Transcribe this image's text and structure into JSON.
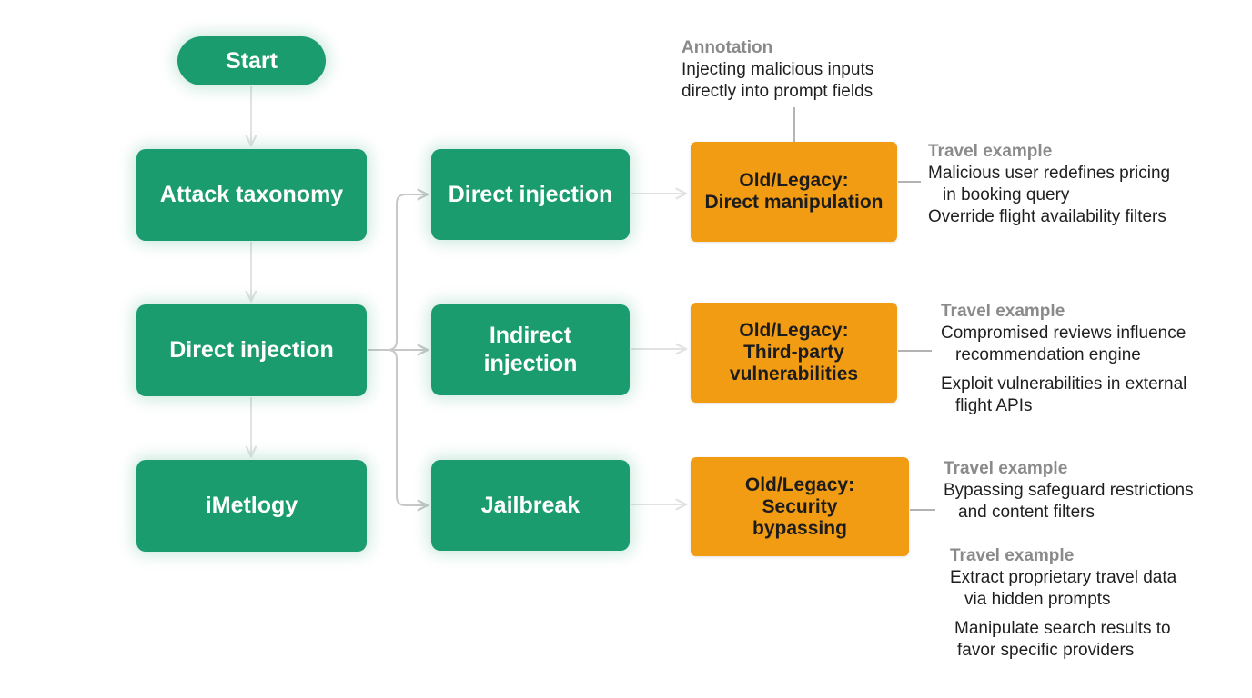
{
  "start": {
    "label": "Start"
  },
  "left_column": [
    {
      "label": "Attack taxonomy"
    },
    {
      "label": "Direct injection"
    },
    {
      "label": "iMetlogy"
    }
  ],
  "mid_column": [
    {
      "label": "Direct injection"
    },
    {
      "label": "Indirect\ninjection"
    },
    {
      "label": "Jailbreak"
    }
  ],
  "legacy_column": [
    {
      "label": "Old/Legacy:\nDirect manipulation"
    },
    {
      "label": "Old/Legacy:\nThird-party\nvulnerabilities"
    },
    {
      "label": "Old/Legacy:\nSecurity\nbypassing"
    }
  ],
  "annotation": {
    "heading": "Annotation",
    "lines": [
      "Injecting malicious inputs",
      "directly into prompt fields"
    ]
  },
  "travel_examples": [
    {
      "heading": "Travel example",
      "items": [
        [
          "Malicious user redefines pricing",
          "in booking query"
        ],
        [
          "Override flight availability filters"
        ]
      ]
    },
    {
      "heading": "Travel example",
      "items": [
        [
          "Compromised reviews influence",
          "recommendation engine"
        ],
        [
          "Exploit vulnerabilities in external",
          "flight APIs"
        ]
      ]
    },
    {
      "heading": "Travel example",
      "items": [
        [
          "Bypassing safeguard restrictions",
          "and content filters"
        ]
      ]
    },
    {
      "heading": "Travel example",
      "items": [
        [
          "Extract proprietary travel data",
          "via hidden prompts"
        ],
        [
          "Manipulate search results to",
          "favor specific providers"
        ]
      ]
    }
  ],
  "colors": {
    "green": "#1b9c6f",
    "orange": "#f29c14",
    "connector": "#c8c8c8",
    "heading_gray": "#8a8a8a"
  }
}
